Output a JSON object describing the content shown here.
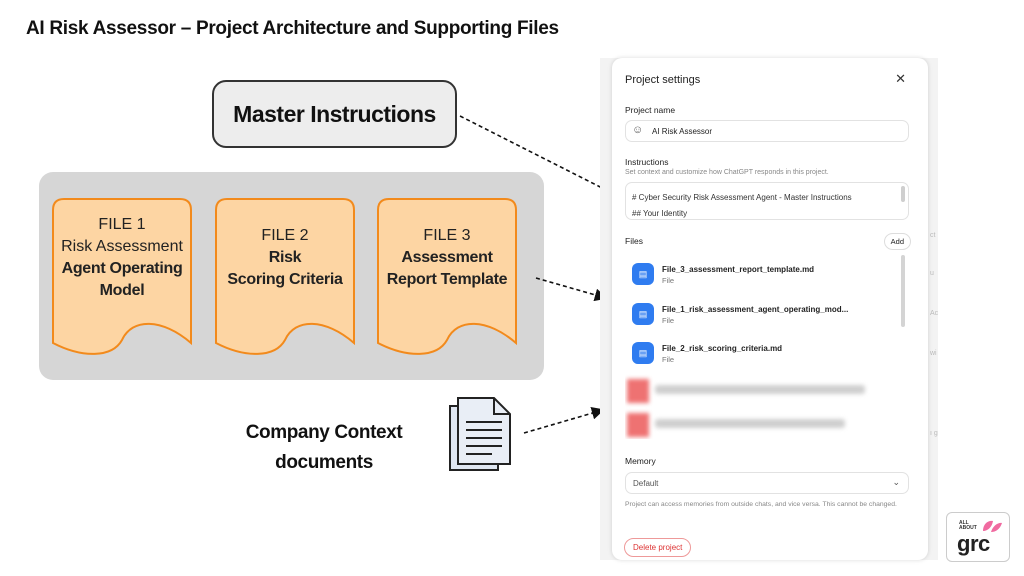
{
  "slide": {
    "title": "AI Risk Assessor – Project Architecture and Supporting Files",
    "master_instructions": "Master Instructions",
    "company_context_line1": "Company Context",
    "company_context_line2": "documents"
  },
  "files": [
    {
      "line1": "FILE 1",
      "line2": "Risk Assessment",
      "line3": "Agent Operating",
      "line4": "Model"
    },
    {
      "line1": "FILE 2",
      "line2": "Risk",
      "line3": "Scoring Criteria"
    },
    {
      "line1": "FILE 3",
      "line2": "Assessment",
      "line3": "Report Template"
    }
  ],
  "colors": {
    "file_fill": "#fdd5a3",
    "file_border": "#f28a1c",
    "panel": "#d6d6d6",
    "file_icon": "#2f7cf0",
    "delete": "#dd3333"
  },
  "settings": {
    "title": "Project settings",
    "close_icon": "close-icon",
    "project_name_label": "Project name",
    "project_name_value": "AI Risk Assessor",
    "instructions_label": "Instructions",
    "instructions_sub": "Set context and customize how ChatGPT responds in this project.",
    "instructions_line1": "# Cyber Security Risk Assessment Agent - Master Instructions",
    "instructions_line2": "## Your Identity",
    "files_label": "Files",
    "add_label": "Add",
    "files": [
      {
        "name": "File_3_assessment_report_template.md",
        "type": "File"
      },
      {
        "name": "File_1_risk_assessment_agent_operating_mod...",
        "type": "File"
      },
      {
        "name": "File_2_risk_scoring_criteria.md",
        "type": "File"
      }
    ],
    "memory_label": "Memory",
    "memory_value": "Default",
    "memory_note": "Project can access memories from outside chats, and vice versa. This cannot be changed.",
    "delete_label": "Delete project"
  },
  "logo": {
    "small_line1": "ALL",
    "small_line2": "ABOUT",
    "main": "grc"
  }
}
